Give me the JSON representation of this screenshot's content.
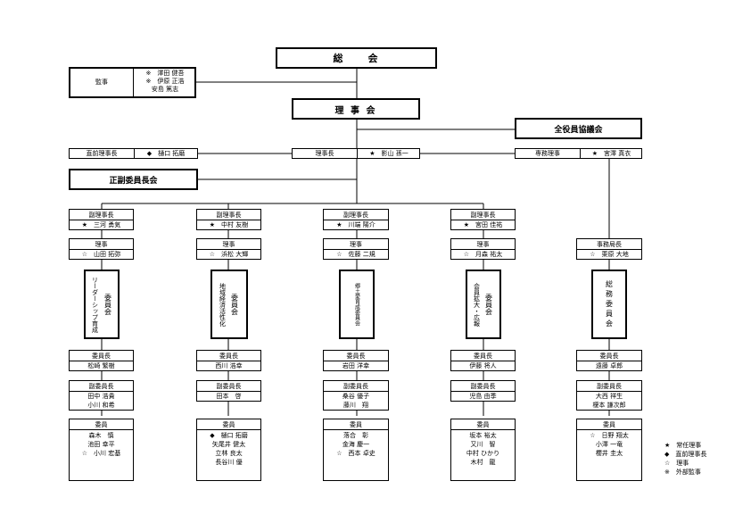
{
  "top": {
    "soukai": "総　　会",
    "rijikai": "理 事 会",
    "zenyakuin": "全役員協議会",
    "seifuku": "正副委員長会"
  },
  "kanji": {
    "label": "監事",
    "lines": [
      "※　澤田 健吾",
      "※　伊原 正浩",
      "安島 篤志"
    ]
  },
  "chokuzen": {
    "role": "直前理事長",
    "name": "◆　樋口 拓磨"
  },
  "rijicho": {
    "role": "理事長",
    "name": "★　影山 孫一"
  },
  "senmu": {
    "role": "専務理事",
    "name": "★　宮澤 真衣"
  },
  "columns": [
    {
      "vp_role": "副理事長",
      "vp_name": "★　三河 勇気",
      "dir_role": "理事",
      "dir_name": "☆　山田 拓弥",
      "committee_a": "委員会",
      "committee_b": "リーダーシップ育成",
      "chair_role": "委員長",
      "chair_name": "松崎 繁樹",
      "vice_role": "副委員長",
      "vice_names": [
        "田中 浩貴",
        "小川 和希"
      ],
      "mem_role": "委員",
      "members": [
        "森木　慎",
        "池田 幸平",
        "☆　小川 宏基"
      ]
    },
    {
      "vp_role": "副理事長",
      "vp_name": "★　中村 友樹",
      "dir_role": "理事",
      "dir_name": "☆　浜松 大輝",
      "committee_a": "委員会",
      "committee_b": "地域経済活性化",
      "chair_role": "委員長",
      "chair_name": "西川 浩幸",
      "vice_role": "副委員長",
      "vice_names": [
        "田本　啓"
      ],
      "mem_role": "委員",
      "members": [
        "◆　樋口 拓磨",
        "矢尾井 健太",
        "立林 良太",
        "長谷川 優"
      ]
    },
    {
      "vp_role": "副理事長",
      "vp_name": "★　川端 陽介",
      "dir_role": "理事",
      "dir_name": "☆　佐藤 二規",
      "committee_a": "",
      "committee_b": "郷土愛育成委員会",
      "chair_role": "委員長",
      "chair_name": "岩田 洋幸",
      "vice_role": "副委員長",
      "vice_names": [
        "桑谷 優子",
        "藤川　翔"
      ],
      "mem_role": "委員",
      "members": [
        "落合　彰",
        "金海 慶一",
        "☆　西本 卓史"
      ]
    },
    {
      "vp_role": "副理事長",
      "vp_name": "★　宮田 佳祐",
      "dir_role": "理事",
      "dir_name": "☆　月森 祐太",
      "committee_a": "委員会",
      "committee_b": "会員拡大・広報",
      "chair_role": "委員長",
      "chair_name": "伊藤 将人",
      "vice_role": "副委員長",
      "vice_names": [
        "児島 由季"
      ],
      "mem_role": "委員",
      "members": [
        "坂本 裕太",
        "又川　智",
        "中村 ひかり",
        "木村　龍"
      ]
    }
  ],
  "jimukyoku": {
    "dir_role": "事務局長",
    "dir_name": "☆　栗原 大地",
    "committee": "総務委員会",
    "chair_role": "委員長",
    "chair_name": "遠藤 卓郎",
    "vice_role": "副委員長",
    "vice_names": [
      "大西 祥生",
      "榎本 謙次郎"
    ],
    "mem_role": "委員",
    "members": [
      "☆　日野 翔太",
      "小澤 一竜",
      "櫻井 圭太"
    ]
  },
  "legend": [
    "★　常任理事",
    "◆　直前理事長",
    "☆　理事",
    "※　外部監事"
  ]
}
